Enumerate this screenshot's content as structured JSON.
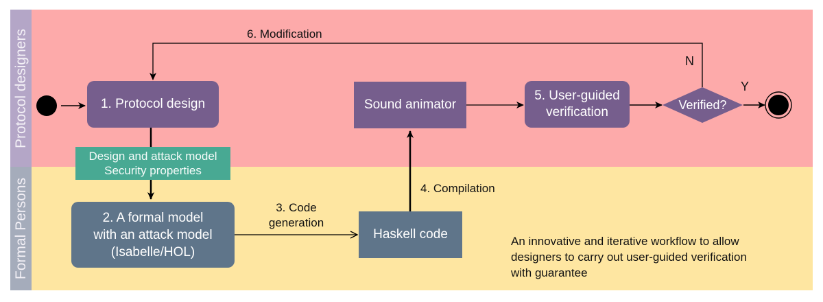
{
  "lanes": {
    "top_label": "Protocol designers",
    "bottom_label": "Formal Persons"
  },
  "nodes": {
    "protocol_design": "1. Protocol design",
    "artifact_line1": "Design and attack model",
    "artifact_line2": "Security properties",
    "formal_model_line1": "2. A formal model",
    "formal_model_line2": "with an attack model",
    "formal_model_line3": "(Isabelle/HOL)",
    "haskell_code": "Haskell code",
    "sound_animator": "Sound animator",
    "verification_line1": "5. User-guided",
    "verification_line2": "verification",
    "decision": "Verified?"
  },
  "edges": {
    "modification": "6. Modification",
    "code_gen_line1": "3. Code",
    "code_gen_line2": "generation",
    "compilation": "4. Compilation",
    "no_branch": "N",
    "yes_branch": "Y"
  },
  "note": {
    "line1": "An innovative and iterative workflow to allow",
    "line2": "designers to carry out user-guided verification",
    "line3": "with guarantee"
  },
  "colors": {
    "designers_lane": "#fdaaaa",
    "formal_lane": "#fee6a1",
    "purple_node": "#765e8d",
    "slate_node": "#5f758a",
    "teal_artifact": "#48a993"
  }
}
